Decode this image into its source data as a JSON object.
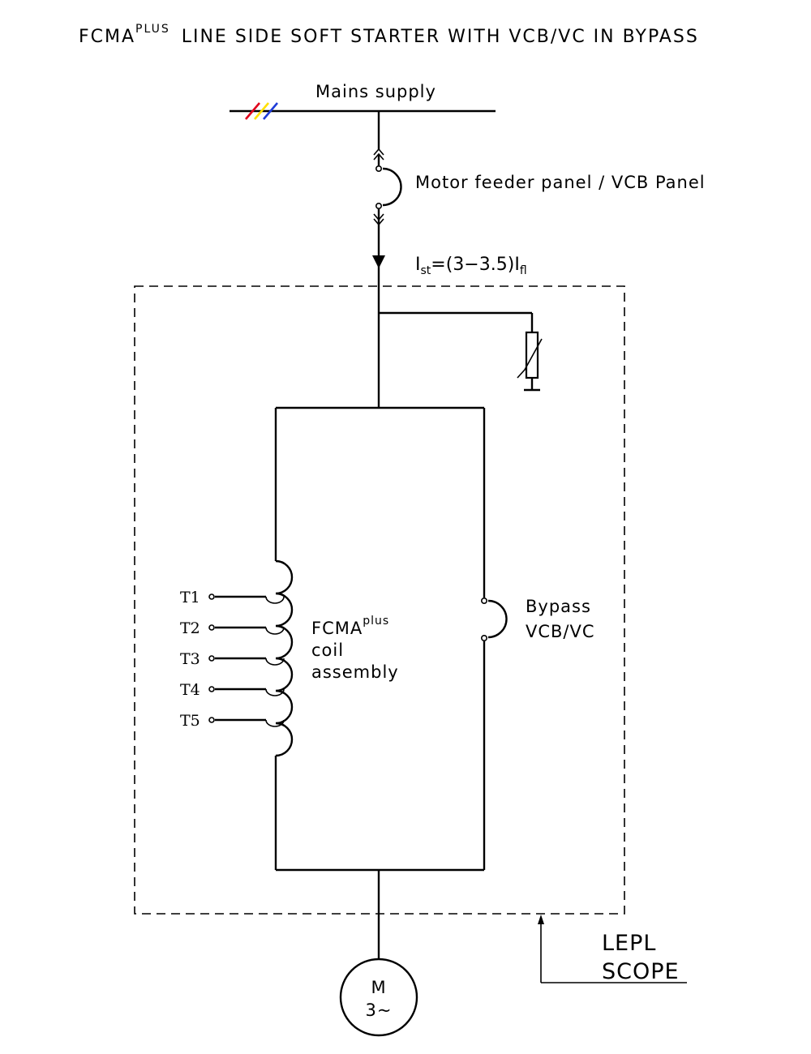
{
  "title": {
    "main": "FCMA",
    "sup": "PLUS",
    "rest": "LINE SIDE SOFT STARTER WITH VCB/VC IN BYPASS"
  },
  "mains": {
    "label": "Mains supply",
    "phase_colors": [
      "#e0001b",
      "#ffe000",
      "#1e3cd8"
    ]
  },
  "feeder": {
    "label": "Motor feeder panel / VCB Panel"
  },
  "current": {
    "I": "I",
    "st": "st",
    "mid": "=(3−3.5)",
    "I2": "I",
    "fl": "fl"
  },
  "coil": {
    "main": "FCMA",
    "sup": "plus",
    "line2": "coil",
    "line3": "assembly"
  },
  "taps": [
    "T1",
    "T2",
    "T3",
    "T4",
    "T5"
  ],
  "bypass": {
    "line1": "Bypass",
    "line2": "VCB/VC"
  },
  "motor": {
    "line1": "M",
    "line2": "3~"
  },
  "scope": {
    "line1": "LEPL",
    "line2": "SCOPE"
  }
}
